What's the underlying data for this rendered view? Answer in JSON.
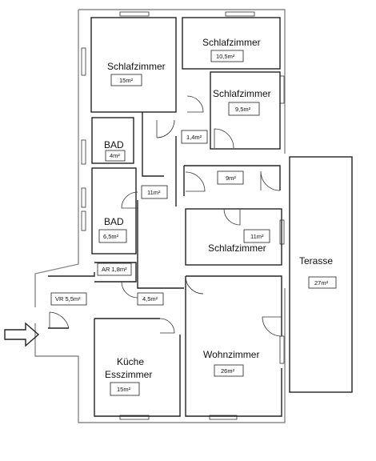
{
  "rooms": {
    "schlafzimmer_top_left": {
      "name": "Schlafzimmer",
      "area": "15m²"
    },
    "schlafzimmer_top_right": {
      "name": "Schlafzimmer",
      "area": "10,5m²"
    },
    "schlafzimmer_middle_right": {
      "name": "Schlafzimmer",
      "area": "9,5m²"
    },
    "hall_small": {
      "area": "1,4m²"
    },
    "bad_top": {
      "name": "BAD",
      "area": "4m²"
    },
    "storage_9": {
      "area": "9m²"
    },
    "corridor": {
      "area": "11m²"
    },
    "bad_bottom": {
      "name": "BAD",
      "area": "6,5m²"
    },
    "schlafzimmer_bottom": {
      "name": "Schlafzimmer",
      "area": "11m²"
    },
    "ar": {
      "label": "AR 1,8m²"
    },
    "vr": {
      "label": "VR 5,5m²"
    },
    "hall_45": {
      "area": "4,5m²"
    },
    "terasse": {
      "name": "Terasse",
      "area": "27m²"
    },
    "wohnzimmer": {
      "name": "Wohnzimmer",
      "area": "26m²"
    },
    "kueche": {
      "name_line1": "Küche",
      "name_line2": "Esszimmer",
      "area": "15m²"
    }
  }
}
